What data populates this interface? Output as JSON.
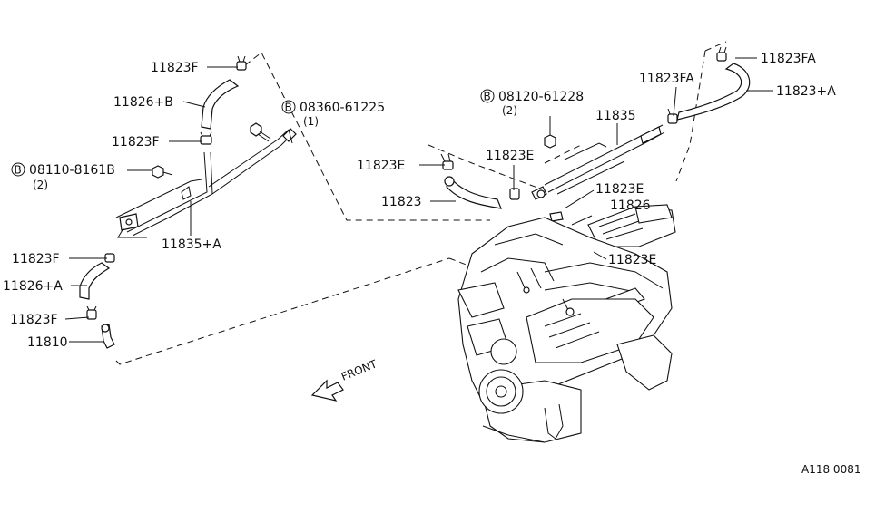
{
  "diagram": {
    "code": "A118 0081",
    "front_label": "FRONT",
    "callouts": {
      "l_11823F_top": "11823F",
      "l_11826B": "11826+B",
      "l_11823F_mid": "11823F",
      "l_bolt1_part": "08360-61225",
      "l_bolt1_qty": "(1)",
      "l_bolt2_part": "08110-8161B",
      "l_bolt2_qty": "(2)",
      "l_11835A": "11835+A",
      "l_11823F_low": "11823F",
      "l_11826A": "11826+A",
      "l_11823F_bottom": "11823F",
      "l_11810": "11810",
      "l_bolt3_part": "08120-61228",
      "l_bolt3_qty": "(2)",
      "l_11835": "11835",
      "l_11823E_a": "11823E",
      "l_11823E_b": "11823E",
      "l_11823": "11823",
      "l_11823E_c": "11823E",
      "l_11826": "11826",
      "l_11823E_d": "11823E",
      "l_11823FA_a": "11823FA",
      "l_11823FA_b": "11823FA",
      "l_11823A": "11823+A",
      "bolt_marker": "B"
    }
  }
}
